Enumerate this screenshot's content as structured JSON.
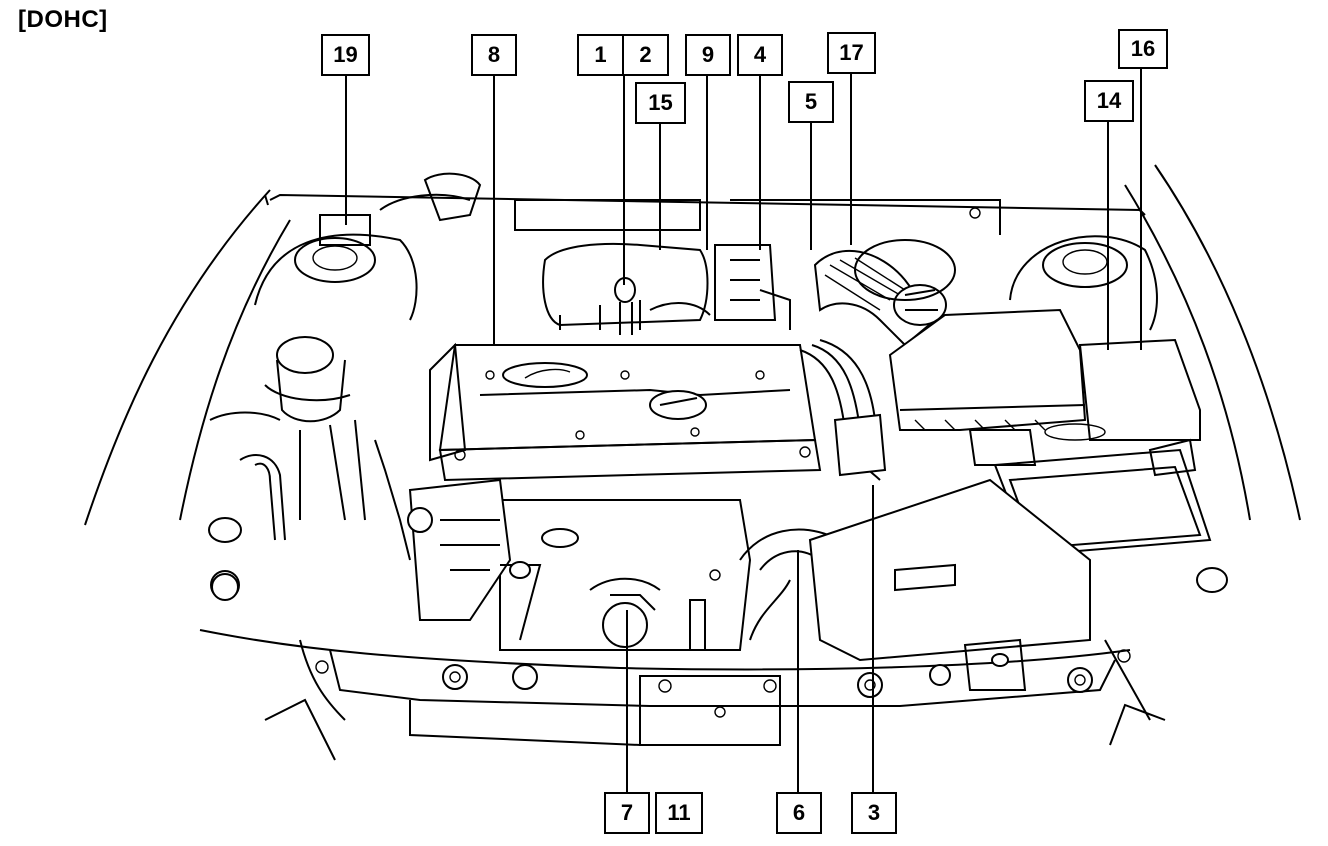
{
  "caption": "[DOHC]",
  "callouts": [
    {
      "id": "c1",
      "label": "1"
    },
    {
      "id": "c2",
      "label": "2"
    },
    {
      "id": "c3",
      "label": "3"
    },
    {
      "id": "c4",
      "label": "4"
    },
    {
      "id": "c5",
      "label": "5"
    },
    {
      "id": "c6",
      "label": "6"
    },
    {
      "id": "c7",
      "label": "7"
    },
    {
      "id": "c8",
      "label": "8"
    },
    {
      "id": "c9",
      "label": "9"
    },
    {
      "id": "c11",
      "label": "11"
    },
    {
      "id": "c14",
      "label": "14"
    },
    {
      "id": "c15",
      "label": "15"
    },
    {
      "id": "c16",
      "label": "16"
    },
    {
      "id": "c17",
      "label": "17"
    },
    {
      "id": "c19",
      "label": "19"
    }
  ]
}
